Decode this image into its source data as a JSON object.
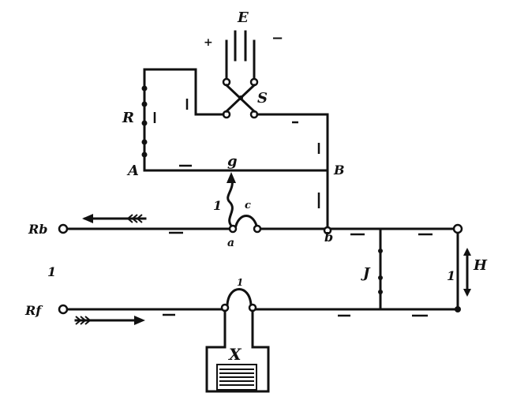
{
  "labels": {
    "source": "E",
    "plus": "+",
    "minus": "−",
    "switch": "S",
    "resistor": "R",
    "node_a": "A",
    "node_g": "g",
    "node_b_upper": "B",
    "node_b_lower": "b",
    "node_a_lower": "a",
    "coil_top": "1",
    "coil_side": "c",
    "left_top_terminal": "Rb",
    "left_bottom_terminal": "Rf",
    "left_mark": "1",
    "right_element": "H",
    "middle_element": "J",
    "load": "X",
    "coil_left_one": "1",
    "right_one": "1"
  }
}
